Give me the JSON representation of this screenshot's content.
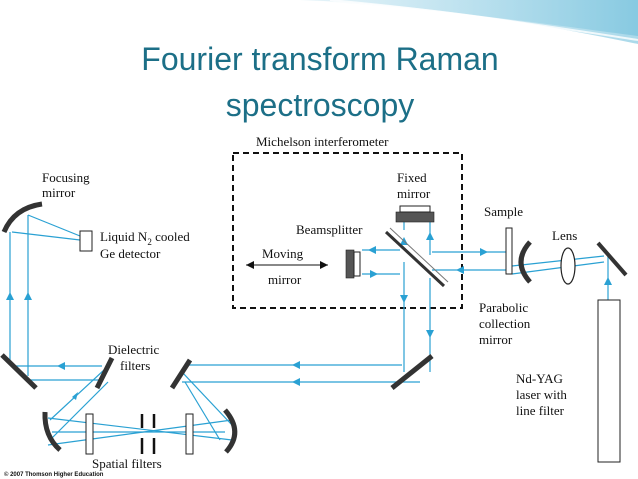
{
  "slide": {
    "title_line1": "Fourier transform Raman",
    "title_line2": "spectroscopy"
  },
  "diagram": {
    "box_label": "Michelson interferometer",
    "labels": {
      "focusing_mirror_1": "Focusing",
      "focusing_mirror_2": "mirror",
      "detector_1": "Liquid N",
      "detector_sub": "2",
      "detector_1b": " cooled",
      "detector_2": "Ge detector",
      "fixed_mirror_1": "Fixed",
      "fixed_mirror_2": "mirror",
      "beamsplitter": "Beamsplitter",
      "moving_mirror_1": "Moving",
      "moving_mirror_2": "mirror",
      "sample": "Sample",
      "lens": "Lens",
      "parabolic_1": "Parabolic",
      "parabolic_2": "collection",
      "parabolic_3": "mirror",
      "dielectric_1": "Dielectric",
      "dielectric_2": "filters",
      "laser_1": "Nd-YAG",
      "laser_2": "laser with",
      "laser_3": "line filter",
      "spatial": "Spatial filters",
      "credit": "© 2007 Thomson Higher Education"
    },
    "colors": {
      "title": "#1c6f87",
      "beam": "#2aa1d3",
      "mirror": "#555555",
      "ink": "#111111"
    }
  }
}
